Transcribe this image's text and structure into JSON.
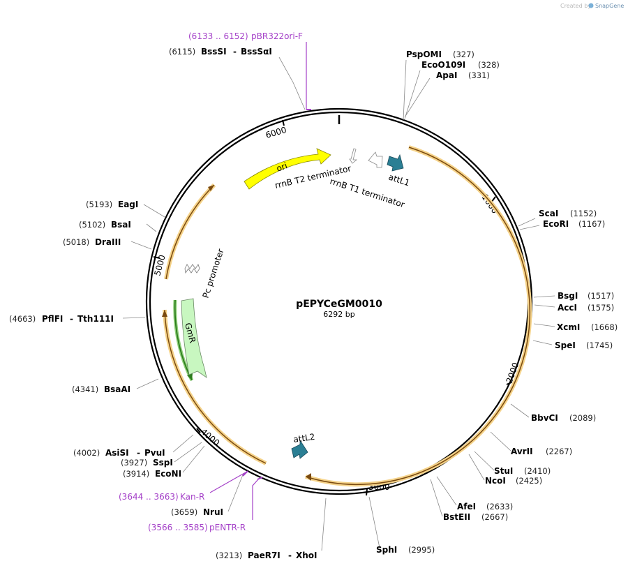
{
  "credit": {
    "prefix": "Created by",
    "brand": "SnapGene"
  },
  "plasmid": {
    "name": "pEPYCeGM0010",
    "length_label": "6292 bp"
  },
  "ticks": [
    "1000",
    "2000",
    "3000",
    "4000",
    "5000",
    "6000"
  ],
  "features": {
    "ori": "ori",
    "rrnB_T2": "rrnB T2 terminator",
    "rrnB_T1": "rrnB T1 terminator",
    "attL1": "attL1",
    "attL2": "attL2",
    "pc_promoter": "Pc promoter",
    "gmr": "GmR"
  },
  "sites": [
    {
      "pos": "(6115)",
      "name": "BssSI",
      "alias": "BssSαI"
    },
    {
      "pos": "(327)",
      "name": "PspOMI"
    },
    {
      "pos": "(328)",
      "name": "EcoO109I"
    },
    {
      "pos": "(331)",
      "name": "ApaI"
    },
    {
      "pos": "(1152)",
      "name": "ScaI"
    },
    {
      "pos": "(1167)",
      "name": "EcoRI"
    },
    {
      "pos": "(1517)",
      "name": "BsgI"
    },
    {
      "pos": "(1575)",
      "name": "AccI"
    },
    {
      "pos": "(1668)",
      "name": "XcmI"
    },
    {
      "pos": "(1745)",
      "name": "SpeI"
    },
    {
      "pos": "(2089)",
      "name": "BbvCI"
    },
    {
      "pos": "(2267)",
      "name": "AvrII"
    },
    {
      "pos": "(2410)",
      "name": "StuI"
    },
    {
      "pos": "(2425)",
      "name": "NcoI"
    },
    {
      "pos": "(2633)",
      "name": "AfeI"
    },
    {
      "pos": "(2667)",
      "name": "BstEII"
    },
    {
      "pos": "(2995)",
      "name": "SphI"
    },
    {
      "pos": "(3213)",
      "name": "PaeR7I",
      "alias": "XhoI"
    },
    {
      "pos": "(3659)",
      "name": "NruI"
    },
    {
      "pos": "(3914)",
      "name": "EcoNI"
    },
    {
      "pos": "(3927)",
      "name": "SspI"
    },
    {
      "pos": "(4002)",
      "name": "AsiSI",
      "alias": "PvuI"
    },
    {
      "pos": "(4341)",
      "name": "BsaAI"
    },
    {
      "pos": "(4663)",
      "name": "PflFI",
      "alias": "Tth111I"
    },
    {
      "pos": "(5018)",
      "name": "DraIII"
    },
    {
      "pos": "(5102)",
      "name": "BsaI"
    },
    {
      "pos": "(5193)",
      "name": "EagI"
    }
  ],
  "primers": [
    {
      "pos": "(6133 .. 6152)",
      "name": "pBR322ori-F"
    },
    {
      "pos": "(3644 .. 3663)",
      "name": "Kan-R"
    },
    {
      "pos": "(3566 .. 3585)",
      "name": "pENTR-R"
    }
  ],
  "colors": {
    "backbone": "#000000",
    "ori": "#ffff00",
    "attL": "#2b7f94",
    "gmr": "#c8f7c0",
    "orf_outer": "#f5d38a",
    "orf_inner": "#7a4a10",
    "gmr_orf": "#2e7d1e",
    "primer": "#a440c8",
    "leader": "#888888"
  }
}
